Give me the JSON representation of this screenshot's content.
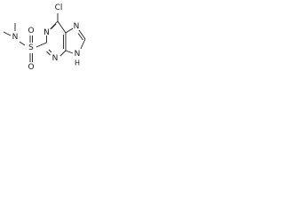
{
  "molecule": {
    "atoms": {
      "cl": "Cl",
      "n_ring_top": "N",
      "n_ring_bottom": "N",
      "n_imidazole_top": "N",
      "n_imidazole_h": "N",
      "h_imidazole": "H",
      "sulfur": "S",
      "oxygen_top": "O",
      "oxygen_bottom": "O",
      "n_amine": "N"
    },
    "colors": {
      "ink": "#1a1a1a",
      "background": "#ffffff"
    }
  }
}
